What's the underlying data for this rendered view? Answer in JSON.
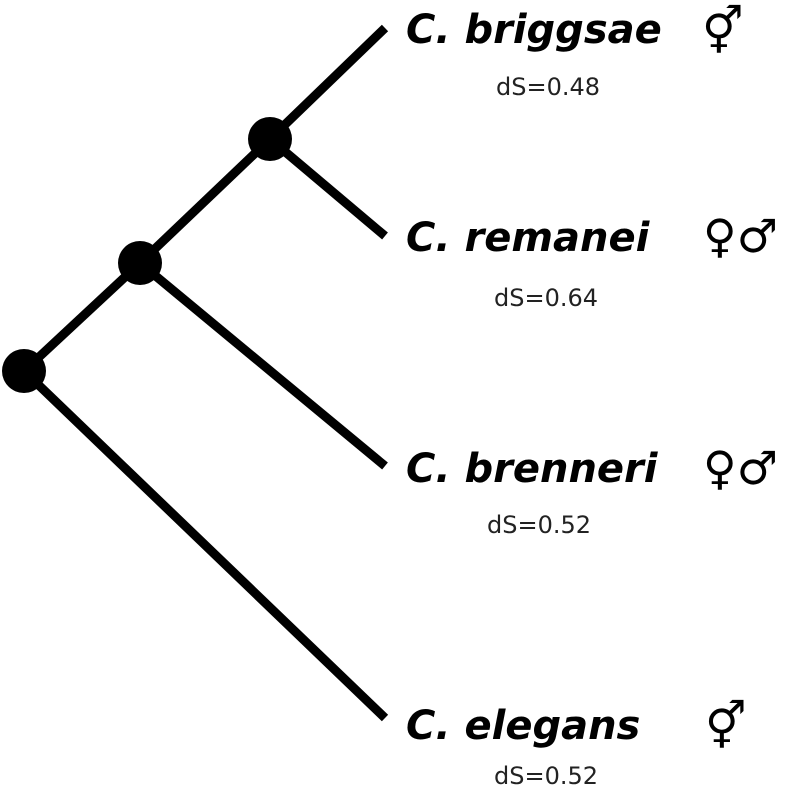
{
  "tree": {
    "taxa": [
      {
        "id": "briggsae",
        "name": "C. briggsae",
        "sex_symbols": "⚥",
        "ds": "dS=0.48"
      },
      {
        "id": "remanei",
        "name": "C. remanei",
        "sex_symbols": "♀♂",
        "ds": "dS=0.64"
      },
      {
        "id": "brenneri",
        "name": "C. brenneri",
        "sex_symbols": "♀♂",
        "ds": "dS=0.52"
      },
      {
        "id": "elegans",
        "name": "C. elegans",
        "sex_symbols": "⚥",
        "ds": "dS=0.52"
      }
    ]
  },
  "colors": {
    "branch": "#000000",
    "node": "#000000",
    "text": "#000000"
  }
}
